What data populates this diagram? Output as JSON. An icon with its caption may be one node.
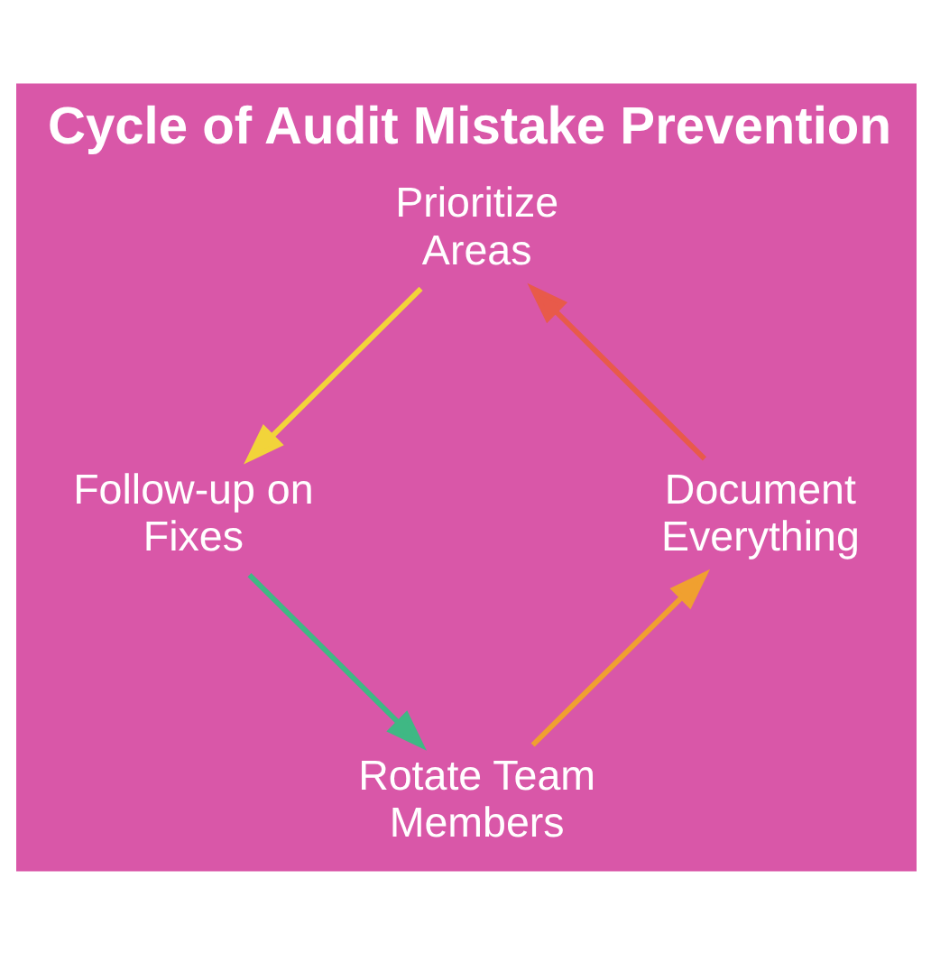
{
  "diagram": {
    "title": "Cycle of Audit Mistake Prevention",
    "nodes": [
      {
        "text": [
          "Prioritize Areas"
        ]
      },
      {
        "text": [
          "Document Everything"
        ]
      },
      {
        "text": [
          "Follow-up on Fixes"
        ]
      },
      {
        "text": [
          "Rotate Team Members"
        ]
      }
    ],
    "edges": [
      {
        "from": 0,
        "to": 2,
        "arrow": "to",
        "color": "#f2d43a"
      },
      {
        "from": 2,
        "to": 3,
        "arrow": "to",
        "color": "#3fb884"
      },
      {
        "from": 3,
        "to": 1,
        "arrow": "to",
        "color": "#f0a030"
      },
      {
        "from": 1,
        "to": 0,
        "arrow": "to",
        "color": "#e85a4a"
      }
    ]
  }
}
